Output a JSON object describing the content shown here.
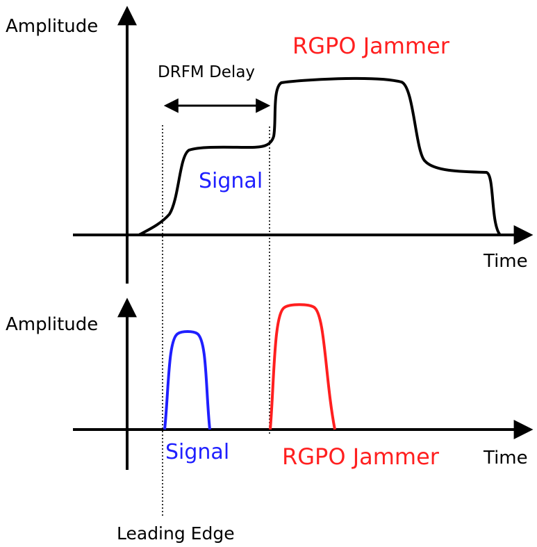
{
  "top_panel": {
    "y_axis_label": "Amplitude",
    "x_axis_label": "Time",
    "delay_label": "DRFM Delay",
    "jammer_label": "RGPO Jammer",
    "signal_label": "Signal"
  },
  "bottom_panel": {
    "y_axis_label": "Amplitude",
    "x_axis_label": "Time",
    "signal_label": "Signal",
    "jammer_label": "RGPO Jammer"
  },
  "footer": {
    "leading_edge_label": "Leading Edge"
  },
  "colors": {
    "signal": "#1f1fff",
    "jammer": "#ff1f1f",
    "ink": "#000000"
  }
}
